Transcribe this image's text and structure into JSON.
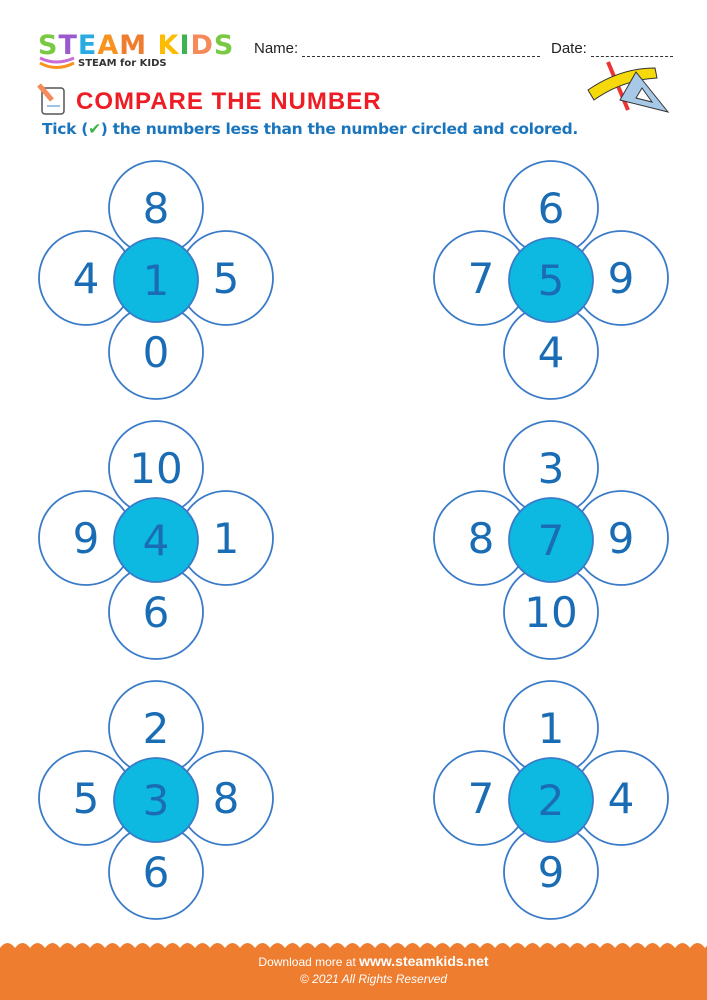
{
  "header": {
    "logo_text": "STEAM KIDS",
    "logo_subtitle": "STEAM for KIDS",
    "logo_colors": [
      "#7ac943",
      "#9b59d0",
      "#29abe2",
      "#f7931e",
      "#ee7d30",
      "#c86dd7",
      "#ffbb00",
      "#3fb34f",
      "#f58a5a"
    ],
    "name_label": "Name:",
    "date_label": "Date:"
  },
  "worksheet": {
    "title": "COMPARE THE NUMBER",
    "instruction_prefix": "Tick (",
    "instruction_tick": "✔",
    "instruction_suffix": ") the numbers less than the number circled and colored.",
    "flowers": [
      {
        "center": "1",
        "top": "8",
        "left": "4",
        "right": "5",
        "bottom": "0"
      },
      {
        "center": "5",
        "top": "6",
        "left": "7",
        "right": "9",
        "bottom": "4"
      },
      {
        "center": "4",
        "top": "10",
        "left": "9",
        "right": "1",
        "bottom": "6"
      },
      {
        "center": "7",
        "top": "3",
        "left": "8",
        "right": "9",
        "bottom": "10"
      },
      {
        "center": "3",
        "top": "2",
        "left": "5",
        "right": "8",
        "bottom": "6"
      },
      {
        "center": "2",
        "top": "1",
        "left": "7",
        "right": "4",
        "bottom": "9"
      }
    ],
    "colors": {
      "center_fill": "#0db8e1",
      "stroke": "#3a7bc8",
      "number": "#1a6db5"
    }
  },
  "footer": {
    "download_prefix": "Download more at ",
    "download_url": "www.steamkids.net",
    "copyright": "© 2021 All Rights Reserved",
    "color": "#ee7d30"
  }
}
